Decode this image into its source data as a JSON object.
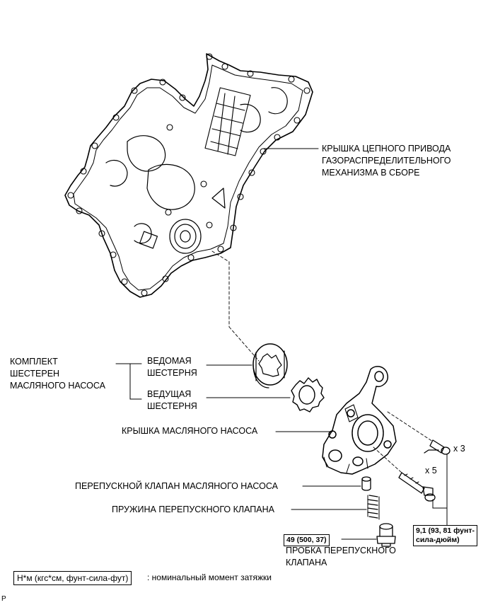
{
  "labels": {
    "cover_assy": [
      "КРЫШКА ЦЕПНОГО ПРИВОДА",
      "ГАЗОРАСПРЕДЕЛИТЕЛЬНОГО",
      "МЕХАНИЗМА В СБОРЕ"
    ],
    "gear_kit": [
      "КОМПЛЕКТ",
      "ШЕСТЕРЕН",
      "МАСЛЯНОГО НАСОСА"
    ],
    "driven_gear": [
      "ВЕДОМАЯ",
      "ШЕСТЕРНЯ"
    ],
    "drive_gear": [
      "ВЕДУЩАЯ",
      "ШЕСТЕРНЯ"
    ],
    "pump_cover": "КРЫШКА МАСЛЯНОГО НАСОСА",
    "relief_valve": "ПЕРЕПУСКНОЙ КЛАПАН МАСЛЯНОГО НАСОСА",
    "relief_spring": "ПРУЖИНА ПЕРЕПУСКНОГО КЛАПАНА",
    "relief_plug": [
      "ПРОБКА ПЕРЕПУСКНОГО",
      "КЛАПАНА"
    ]
  },
  "quantities": {
    "bolts_upper": "x 3",
    "bolts_lower": "x 5"
  },
  "torques": {
    "plug": "49 (500, 37)",
    "bolts": [
      "9,1 (93, 81 фунт-",
      "сила-дюйм)"
    ]
  },
  "legend": {
    "box": "Н*м (кгс*см, фунт-сила-фут)",
    "text": ": номинальный момент затяжки"
  },
  "corner_mark": "P"
}
